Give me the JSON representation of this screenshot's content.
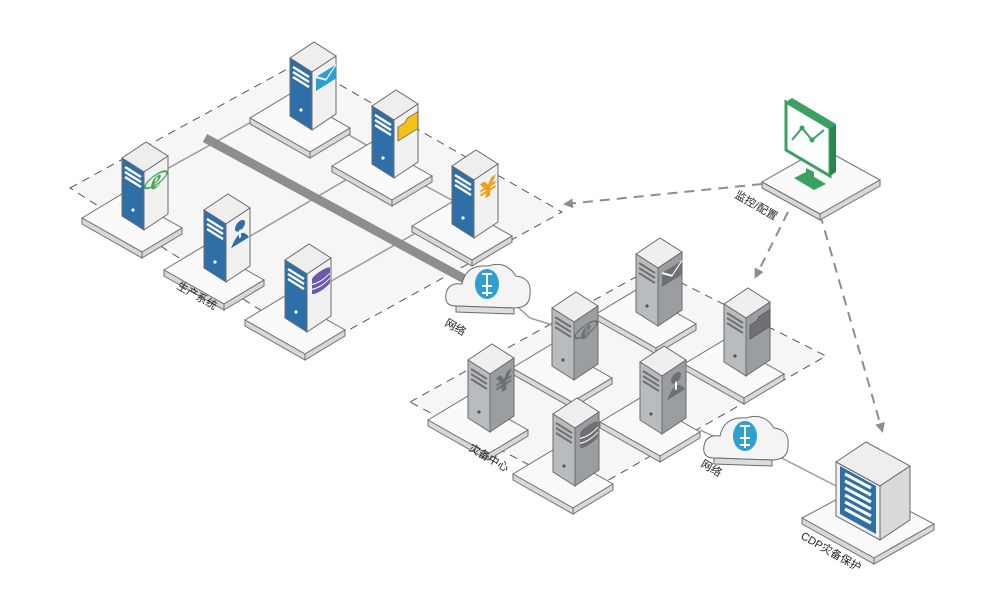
{
  "labels": {
    "production": "生产系统",
    "disaster_center": "灾备中心",
    "network_1": "网络",
    "network_2": "网络",
    "monitor": "监控/配置",
    "cdp": "CDP灾备保护"
  },
  "colors": {
    "production_server": "#2f6fa8",
    "dr_server": "#8f9296",
    "monitor": "#3aa163",
    "cloud_icon": "#2f9fd0",
    "cdp_panel": "#2f6fa8"
  },
  "production_servers": [
    {
      "icon": "mail-icon"
    },
    {
      "icon": "folder-icon"
    },
    {
      "icon": "browser-e-icon"
    },
    {
      "icon": "yen-icon"
    },
    {
      "icon": "user-icon"
    },
    {
      "icon": "database-icon"
    }
  ],
  "dr_servers": [
    {
      "icon": "mail-icon"
    },
    {
      "icon": "browser-e-icon"
    },
    {
      "icon": "folder-icon"
    },
    {
      "icon": "yen-icon"
    },
    {
      "icon": "user-icon"
    },
    {
      "icon": "database-icon"
    }
  ]
}
